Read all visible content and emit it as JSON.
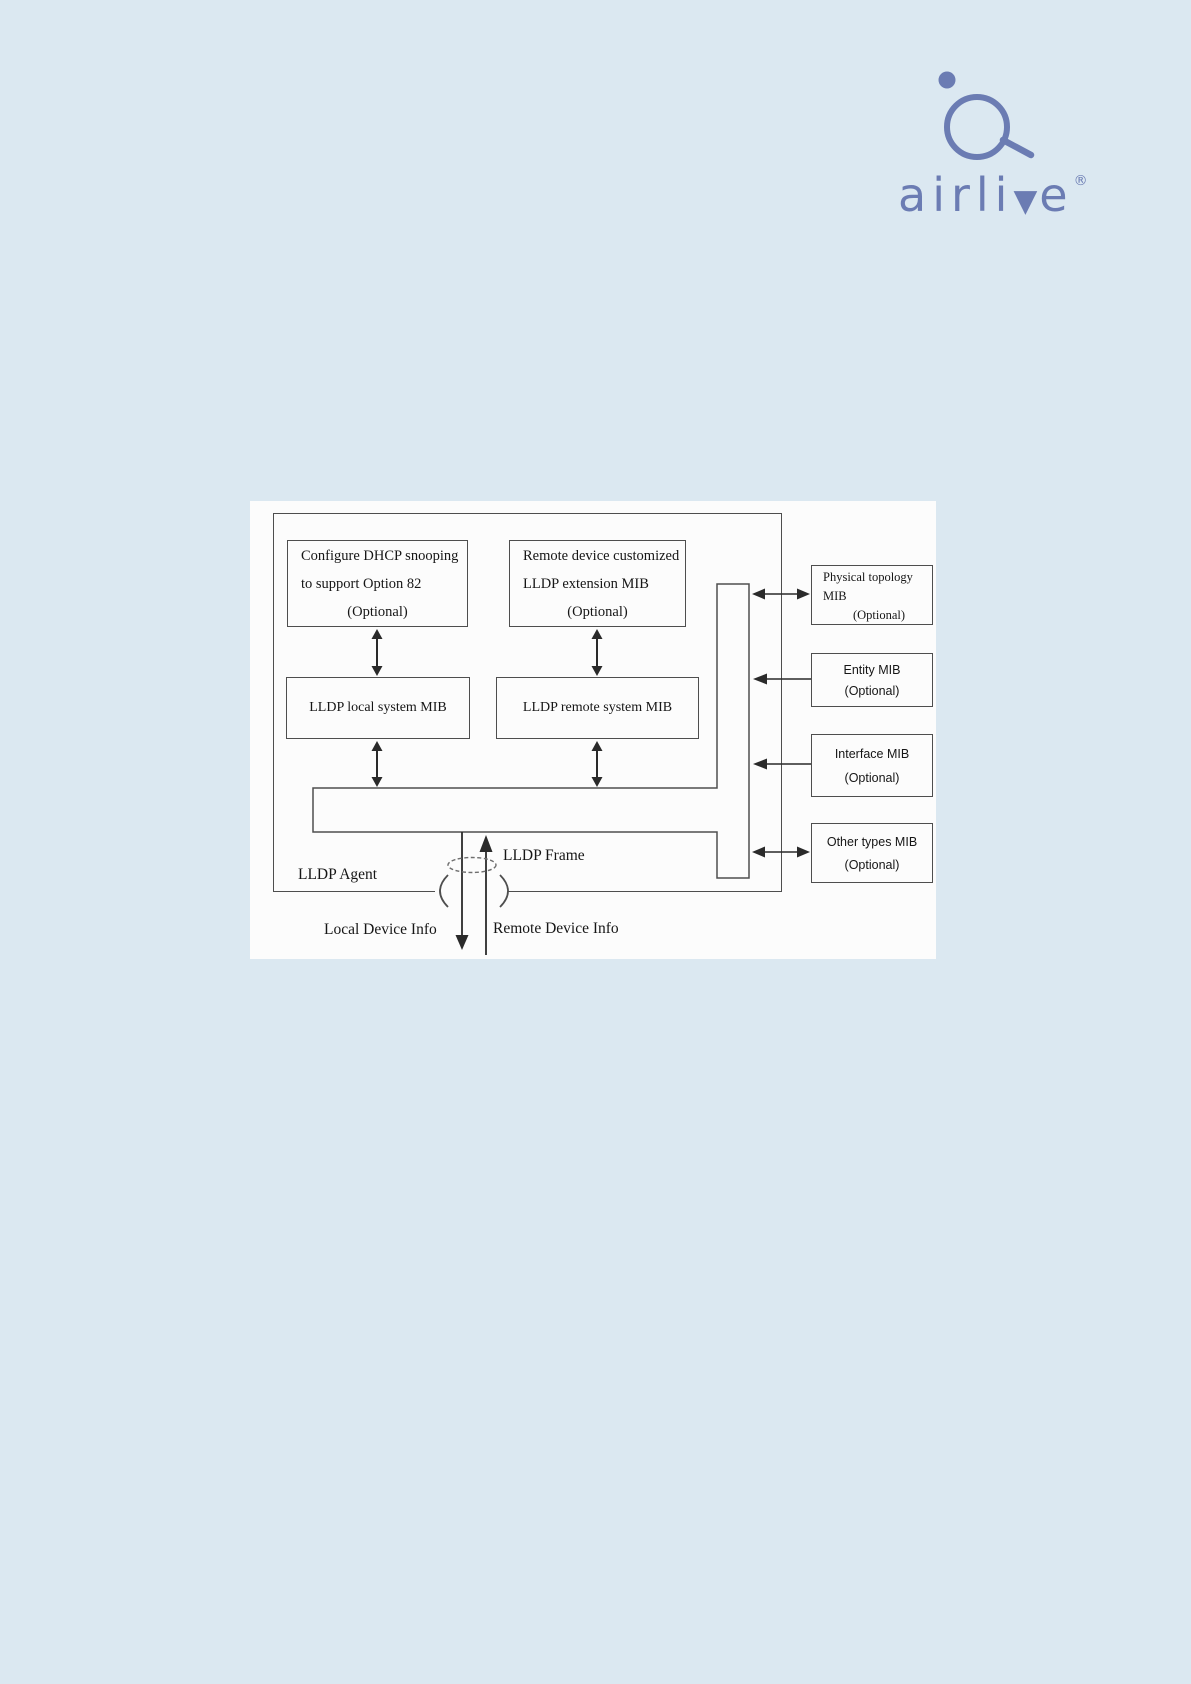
{
  "page": {
    "background_color": "#dbe8f1",
    "panel_background_color": "#fcfcfc",
    "line_color": "#3a3a3a",
    "box_border_color": "#4e4e4e"
  },
  "logo": {
    "brand_name": "airlive",
    "text_before_v": "airli",
    "v_symbol": "▼",
    "text_after_v": "e",
    "reg_mark": "®",
    "brand_color": "#6b7cb3"
  },
  "diagram": {
    "agent_label": "LLDP Agent",
    "frame_label": "LLDP Frame",
    "local_info_label": "Local Device Info",
    "remote_info_label": "Remote Device Info",
    "boxes": {
      "dhcp": {
        "lines": [
          "Configure DHCP snooping",
          "to support Option 82",
          "(Optional)"
        ]
      },
      "remote_ext": {
        "lines": [
          "Remote device customized",
          "LLDP extension MIB",
          "(Optional)"
        ]
      },
      "local_mib": {
        "label": "LLDP local system MIB"
      },
      "remote_mib": {
        "label": "LLDP remote system MIB"
      },
      "physical": {
        "lines": [
          "Physical topology",
          "MIB",
          "(Optional)"
        ]
      },
      "entity": {
        "lines": [
          "Entity MIB",
          "(Optional)"
        ]
      },
      "interface": {
        "lines": [
          "Interface MIB",
          "(Optional)"
        ]
      },
      "other": {
        "lines": [
          "Other types MIB",
          "(Optional)"
        ]
      }
    }
  }
}
